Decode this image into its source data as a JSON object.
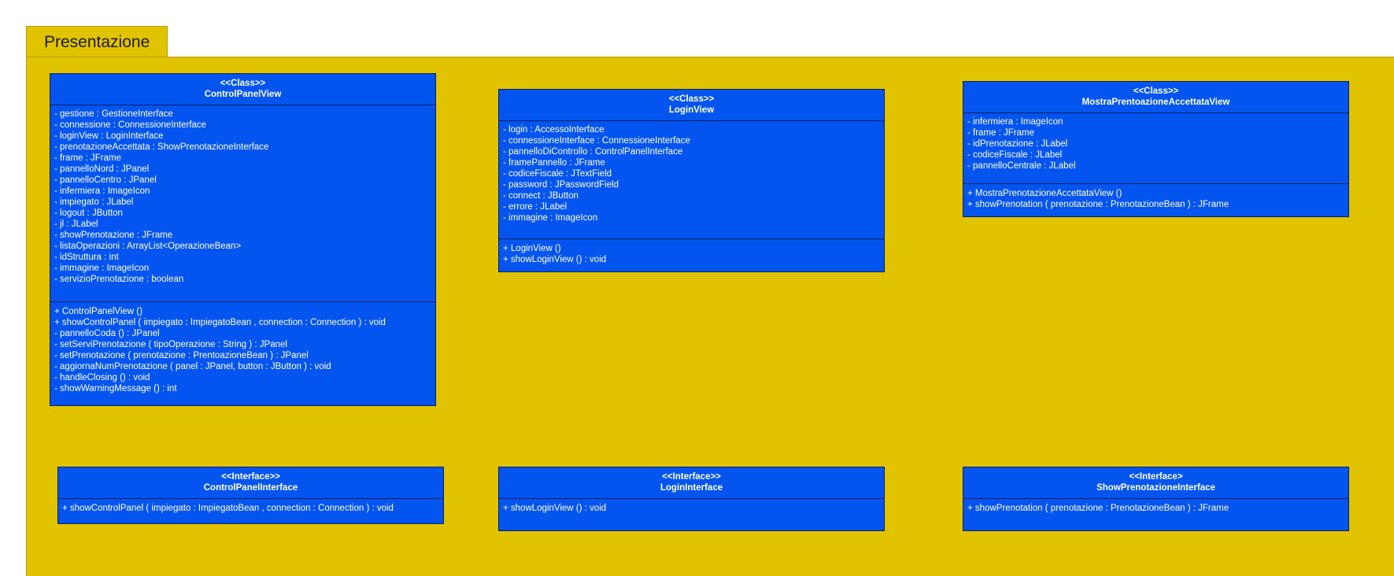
{
  "package": {
    "name": "Presentazione"
  },
  "classes": {
    "control_panel_view": {
      "stereotype": "<<Class>>",
      "name": "ControlPanelView",
      "attributes": [
        "- gestione : GestioneInterface",
        "- connessione : ConnessioneInterface",
        "- loginView : LoginInterface",
        "- prenotazioneAccettata : ShowPrenotazioneInterface",
        "- frame : JFrame",
        "- pannelloNord : JPanel",
        "- pannelloCentro : JPanel",
        "- infermiera : ImageIcon",
        "- impiegato : JLabel",
        "- logout : JButton",
        "- jl : JLabel",
        "- showPrenotazione : JFrame",
        "- listaOperazioni : ArrayList<OperazioneBean>",
        "- idStruttura : int",
        "- immagine : ImageIcon",
        "- servizioPrenotazione : boolean"
      ],
      "operations": [
        "+ ControlPanelView ()",
        "+ showControlPanel ( impiegato : ImpiegatoBean , connection : Connection ) : void",
        "- pannelloCoda () : JPanel",
        "- setServiPrenotazione ( tipoOperazione : String ) : JPanel",
        "- setPrenotazione ( prenotazione : PrentoazioneBean ) : JPanel",
        "- aggiornaNumPrenotazione ( panel : JPanel, button : JButton ) : void",
        "- handleClosing () : void",
        "- showWarningMessage () : int"
      ]
    },
    "login_view": {
      "stereotype": "<<Class>>",
      "name": "LoginView",
      "attributes": [
        "- login : AccessoInterface",
        "- connessioneInterface : ConnessioneInterface",
        "- pannelloDiControllo : ControlPanelInterface",
        "- framePannello : JFrame",
        "- codiceFiscale : JTextField",
        "- password : JPasswordField",
        "- connect : JButton",
        "- errore : JLabel",
        "- immagine : ImageIcon"
      ],
      "operations": [
        "+ LoginView ()",
        "+ showLoginView () : void"
      ]
    },
    "mostra_view": {
      "stereotype": "<<Class>>",
      "name": "MostraPrentoazioneAccettataView",
      "attributes": [
        "- infermiera : ImageIcon",
        "- frame : JFrame",
        "- idPrenotazione : JLabel",
        "- codiceFiscale : JLabel",
        "- pannelloCentrale : JLabel"
      ],
      "operations": [
        "+ MostraPrenotazioneAccettataView ()",
        "+ showPrenotation ( prenotazione : PrenotazioneBean ) : JFrame"
      ]
    },
    "control_panel_interface": {
      "stereotype": "<<Interface>>",
      "name": "ControlPanelInterface",
      "operations": [
        "+ showControlPanel ( impiegato : ImpiegatoBean , connection : Connection ) : void"
      ]
    },
    "login_interface": {
      "stereotype": "<<Interface>>",
      "name": "LoginInterface",
      "operations": [
        "+ showLoginView () : void"
      ]
    },
    "show_prenotazione_interface": {
      "stereotype": "<<Interface>",
      "name": "ShowPrenotazioneInterface",
      "operations": [
        "+ showPrenotation ( prenotazione : PrenotazioneBean ) : JFrame"
      ]
    }
  },
  "colors": {
    "package_fill": "#e1c300",
    "class_fill": "#0455f0",
    "class_border": "#0a1e5c",
    "text": "#ffffff"
  }
}
